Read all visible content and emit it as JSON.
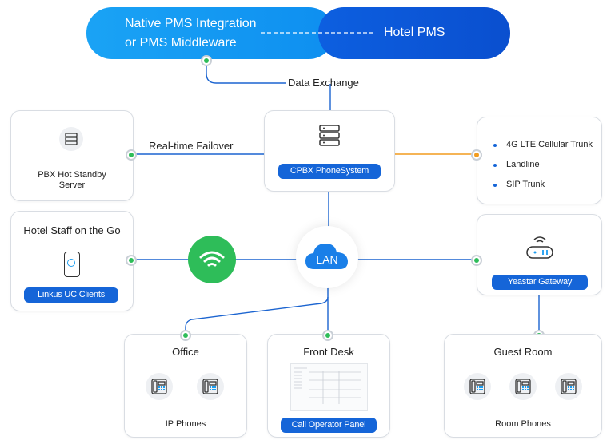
{
  "top_banner": {
    "left_text_line1": "Native PMS Integration",
    "left_text_line2": "or PMS Middleware",
    "right_text": "Hotel PMS",
    "colors": {
      "left": "#1ea7f5",
      "right": "#0b56d8"
    }
  },
  "data_exchange_label": "Data Exchange",
  "failover_label": "Real-time Failover",
  "standby": {
    "label": "PBX Hot Standby Server",
    "icon": "server-icon"
  },
  "cpbx": {
    "label": "CPBX PhoneSystem",
    "icon": "server-icon"
  },
  "trunks": {
    "items": [
      "4G LTE Cellular Trunk",
      "Landline",
      "SIP Trunk"
    ]
  },
  "staff": {
    "title": "Hotel Staff on the Go",
    "badge": "Linkus UC Clients",
    "icon": "mobile-app-icon"
  },
  "wifi": {
    "icon": "wifi-icon",
    "color": "#2ebd59"
  },
  "lan": {
    "label": "LAN",
    "icon": "cloud-icon"
  },
  "gateway": {
    "label": "Yeastar Gateway",
    "icon": "router-icon"
  },
  "office": {
    "title": "Office",
    "caption": "IP Phones",
    "icon": "desk-phone-icon"
  },
  "front_desk": {
    "title": "Front Desk",
    "badge": "Call Operator Panel"
  },
  "guest_room": {
    "title": "Guest Room",
    "caption": "Room Phones",
    "icon": "desk-phone-icon"
  },
  "colors": {
    "accent": "#1565d8",
    "line": "#1565d8",
    "orange": "#f29c1f",
    "green": "#2ebd59"
  }
}
